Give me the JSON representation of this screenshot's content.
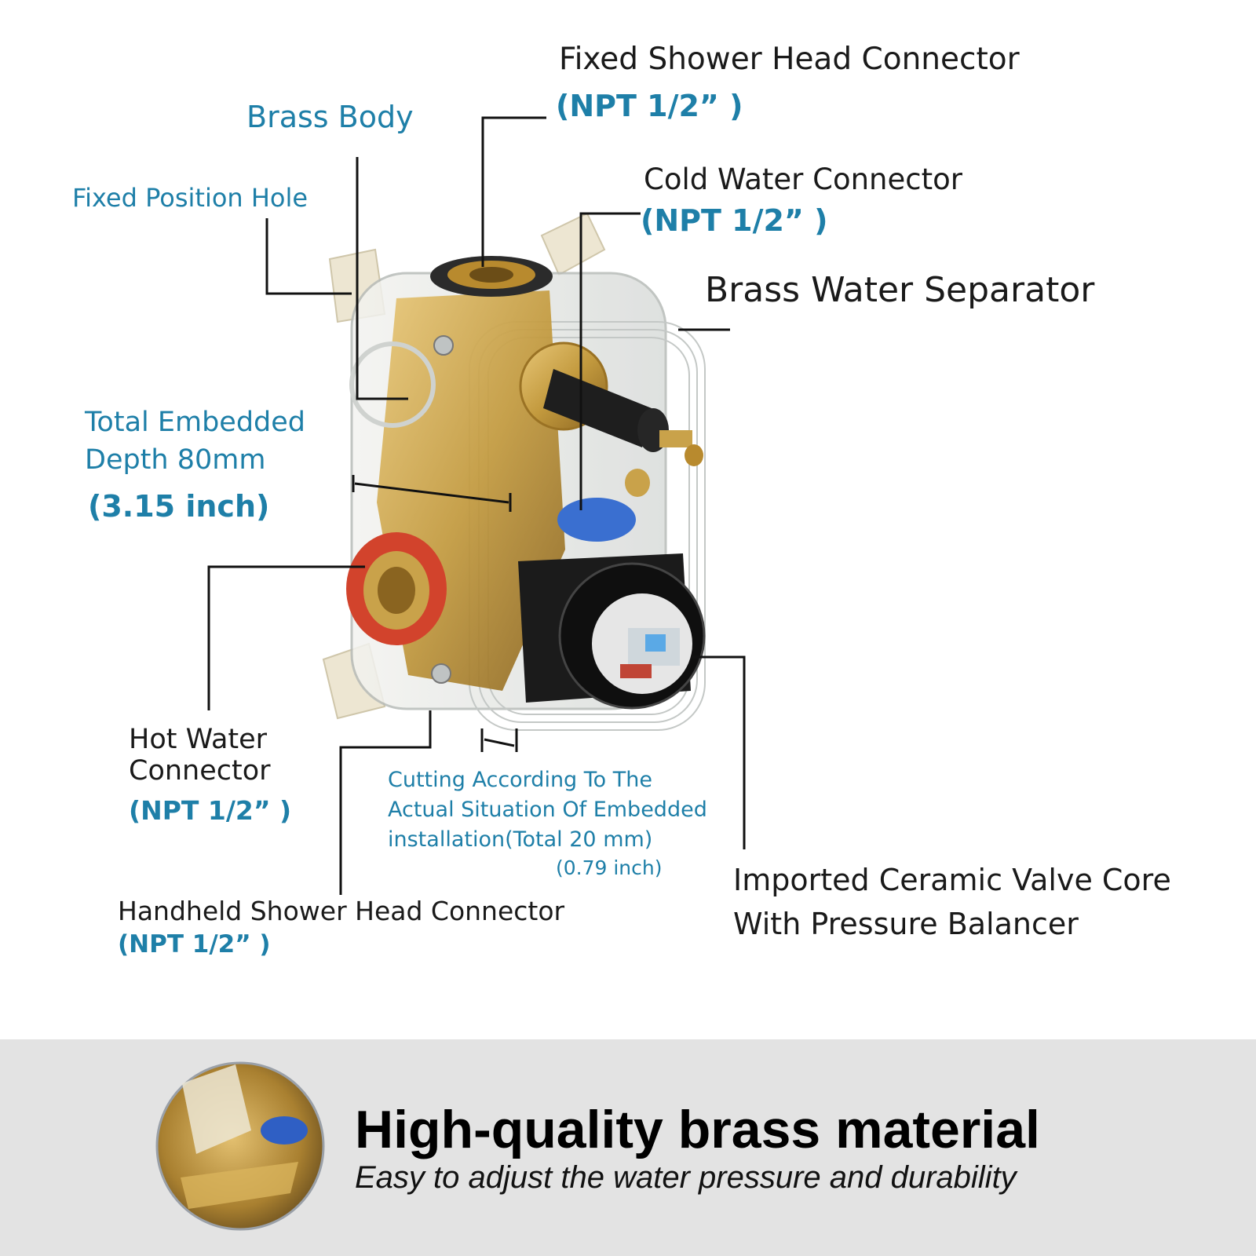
{
  "labels": {
    "fixed_shower_head": {
      "title": "Fixed Shower Head Connector",
      "spec": "(NPT 1/2” )"
    },
    "brass_body": "Brass Body",
    "fixed_position_hole": "Fixed Position Hole",
    "cold_water": {
      "title": "Cold Water Connector",
      "spec": "(NPT 1/2” )"
    },
    "brass_water_separator": "Brass Water Separator",
    "total_embedded_depth": {
      "line1": "Total Embedded",
      "line2": "Depth 80mm",
      "line3": "(3.15 inch)"
    },
    "hot_water": {
      "line1": "Hot Water",
      "line2": "Connector",
      "spec": "(NPT 1/2” )"
    },
    "cutting": {
      "line1": "Cutting According To The",
      "line2": "Actual Situation Of Embedded",
      "line3": "installation(Total 20 mm)",
      "line4": "(0.79 inch)"
    },
    "ceramic_valve": {
      "line1": "Imported Ceramic Valve Core",
      "line2": "With Pressure Balancer"
    },
    "handheld_shower_head": {
      "title": "Handheld Shower Head Connector",
      "spec": "(NPT 1/2” )"
    }
  },
  "banner": {
    "headline": "High-quality brass material",
    "subline": "Easy to adjust the water pressure and durability"
  },
  "colors": {
    "label_blue": "#1e7fa8",
    "label_dark": "#1a1a1a",
    "brass": "#c9a24a",
    "banner_bg": "#e3e3e3"
  }
}
